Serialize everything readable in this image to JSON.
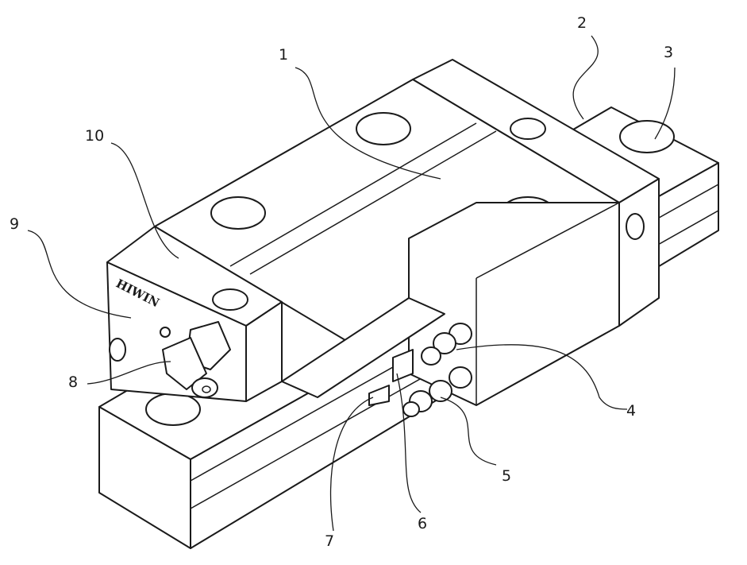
{
  "diagram": {
    "logo_text": "HIWIN",
    "callouts": [
      "1",
      "2",
      "3",
      "4",
      "5",
      "6",
      "7",
      "8",
      "9",
      "10"
    ]
  }
}
